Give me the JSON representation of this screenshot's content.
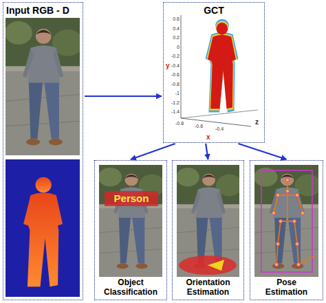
{
  "diagram": {
    "nodes": [
      {
        "text": [
          "Input RGB - D"
        ]
      },
      {
        "text": [
          "GCT"
        ]
      },
      {
        "text": [
          "Object Classification"
        ]
      },
      {
        "text": [
          "Person"
        ],
        "in": 2
      },
      {
        "text": [
          "Orientation Estimation"
        ]
      },
      {
        "text": [
          "Pose Estimation"
        ]
      }
    ],
    "edges": [
      {
        "from": 0,
        "to": 1,
        "arrow": "to"
      },
      {
        "from": 1,
        "to": 2,
        "arrow": "to"
      },
      {
        "from": 1,
        "to": 4,
        "arrow": "to"
      },
      {
        "from": 1,
        "to": 5,
        "arrow": "to"
      }
    ],
    "labels": [
      "0.6",
      "0.4",
      "0.2",
      "0",
      "-0.2",
      "-0.4",
      "-0.6",
      "-0.8",
      "-1",
      "-1.2",
      "-1.4",
      "y",
      "-0.8",
      "-0.6",
      "-0.4",
      "x",
      "z"
    ]
  }
}
